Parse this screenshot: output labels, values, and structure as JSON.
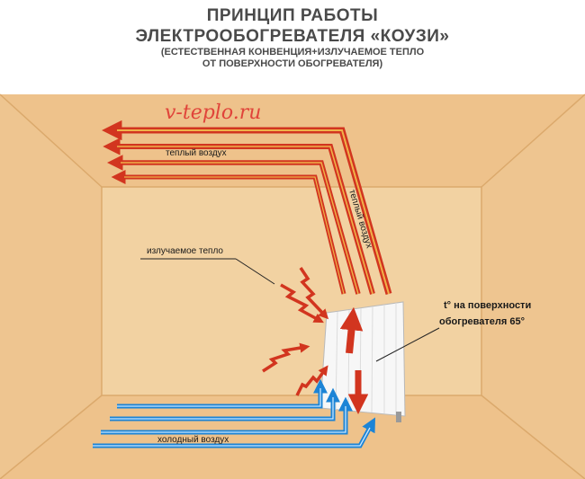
{
  "title": {
    "line1": "ПРИНЦИП РАБОТЫ",
    "line2": "ЭЛЕКТРООБОГРЕВАТЕЛЯ «КОУЗИ»",
    "sub1": "(ЕСТЕСТВЕННАЯ КОНВЕНЦИЯ+ИЗЛУЧАЕМОЕ ТЕПЛО",
    "sub2": "ОТ ПОВЕРХНОСТИ ОБОГРЕВАТЕЛЯ)"
  },
  "watermark": "v-teplo.ru",
  "labels": {
    "warm_air_ceiling": "теплый воздух",
    "warm_air_rising": "теплый воздух",
    "radiant_heat": "излучаемое тепло",
    "cold_air": "холодный воздух",
    "surface_temp_line1": "t° на  поверхности",
    "surface_temp_line2": "обогревателя 65°"
  },
  "colors": {
    "wall": "#f0c994",
    "wall_edge": "#e2b57d",
    "warm_arrow": "#d2351f",
    "warm_arrow_inner": "#f0b24a",
    "cold_arrow": "#1c84d6",
    "cold_arrow_inner": "#c9e7ff",
    "heater": "#f7f7f7"
  }
}
